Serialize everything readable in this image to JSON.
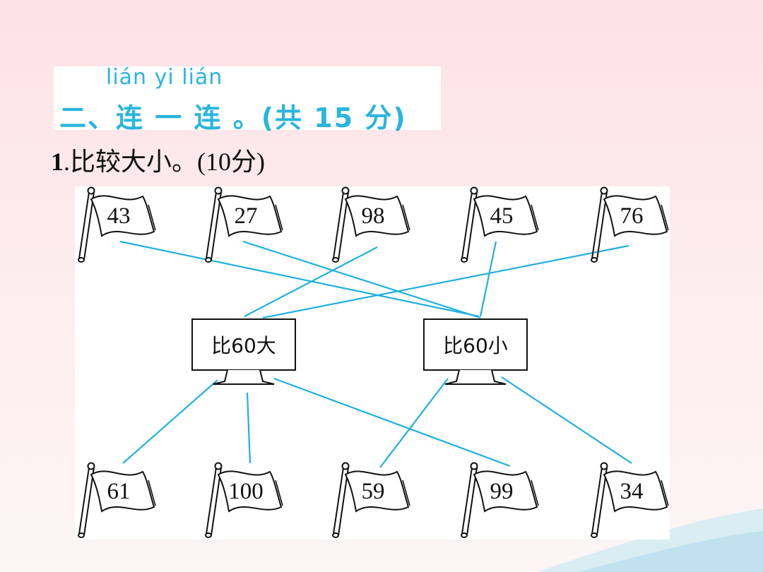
{
  "header": {
    "pinyin": "lián yi lián",
    "title": "二、连 一 连 。(共 15 分)"
  },
  "question": {
    "number": "1",
    "text": ".比较大小。(10分)"
  },
  "top_flags": [
    "43",
    "27",
    "98",
    "45",
    "76"
  ],
  "bottom_flags": [
    "61",
    "100",
    "59",
    "99",
    "34"
  ],
  "boxes": {
    "greater": "比60大",
    "less": "比60小"
  },
  "colors": {
    "accent": "#2bb5dc",
    "line": "#1fb0dd",
    "background": "#fde2e6"
  }
}
